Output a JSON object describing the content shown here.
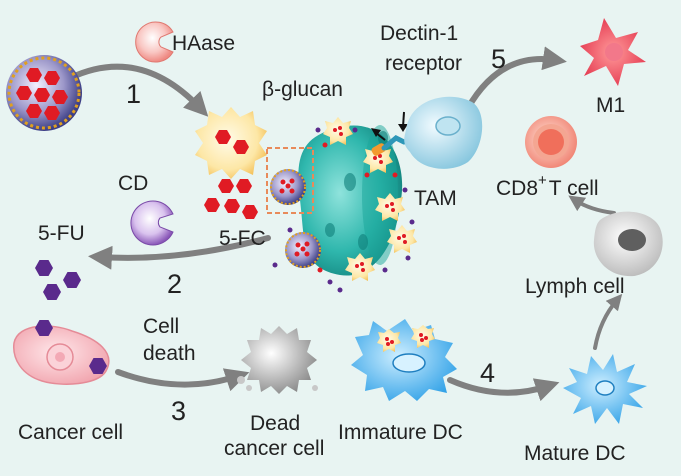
{
  "colors": {
    "background": "#e8f4f2",
    "arrow": "#808080",
    "fu_hexagon": "#5a2a8c",
    "fc_hexagon": "#e01b24",
    "cell_membrane": "#1fa89a"
  },
  "labels": {
    "haase": "HAase",
    "dectin": "Dectin-1",
    "receptor": "receptor",
    "bglucan": "β-glucan",
    "m1": "M1",
    "tam": "TAM",
    "cd8": "CD8",
    "cd8_sup": "+",
    "cd8_tail": "T cell",
    "cd": "CD",
    "fu": "5-FU",
    "fc": "5-FC",
    "lymph": "Lymph cell",
    "cell": "Cell",
    "death": "death",
    "cancer": "Cancer cell",
    "dead1": "Dead",
    "dead2": "cancer cell",
    "immature": "Immature DC",
    "mature": "Mature DC"
  },
  "steps": [
    "1",
    "2",
    "3",
    "4",
    "5"
  ]
}
